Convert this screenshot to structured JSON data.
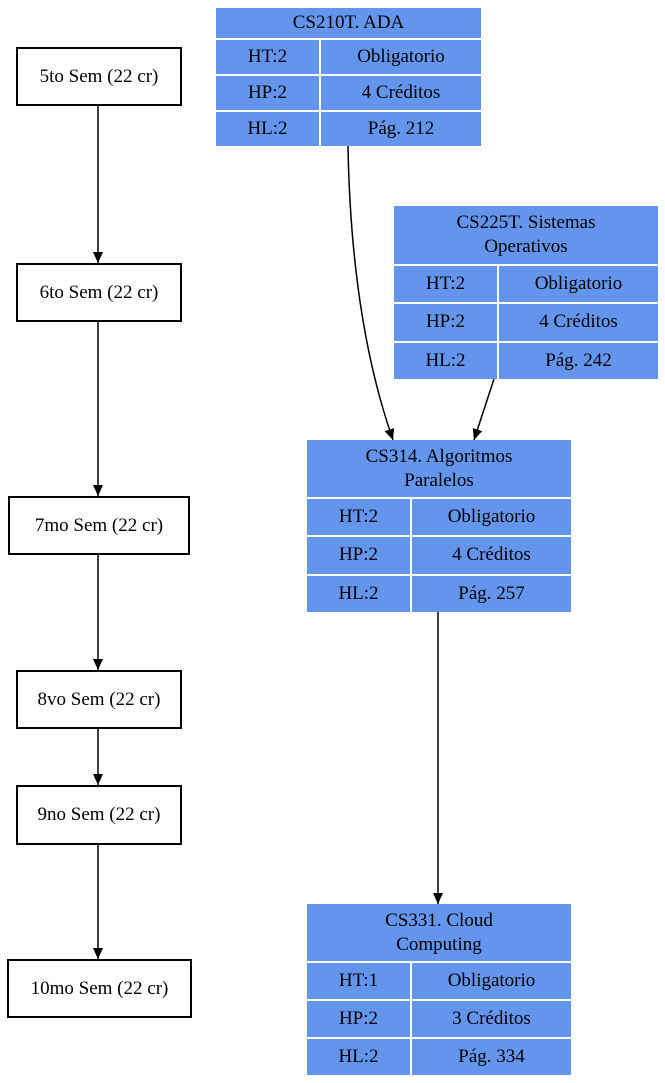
{
  "semesters": [
    {
      "label": "5to Sem (22 cr)"
    },
    {
      "label": "6to Sem (22 cr)"
    },
    {
      "label": "7mo Sem (22 cr)"
    },
    {
      "label": "8vo Sem (22 cr)"
    },
    {
      "label": "9no Sem (22 cr)"
    },
    {
      "label": "10mo Sem (22 cr)"
    }
  ],
  "courses": {
    "cs210t": {
      "title": "CS210T. ADA",
      "ht": "HT:2",
      "type": "Obligatorio",
      "hp": "HP:2",
      "credits": "4 Créditos",
      "hl": "HL:2",
      "page": "Pág. 212"
    },
    "cs225t": {
      "title": "CS225T. Sistemas Operativos",
      "ht": "HT:2",
      "type": "Obligatorio",
      "hp": "HP:2",
      "credits": "4 Créditos",
      "hl": "HL:2",
      "page": "Pág. 242"
    },
    "cs314": {
      "title": "CS314. Algoritmos Paralelos",
      "ht": "HT:2",
      "type": "Obligatorio",
      "hp": "HP:2",
      "credits": "4 Créditos",
      "hl": "HL:2",
      "page": "Pág. 257"
    },
    "cs331": {
      "title": "CS331. Cloud Computing",
      "ht": "HT:1",
      "type": "Obligatorio",
      "hp": "HP:2",
      "credits": "3 Créditos",
      "hl": "HL:2",
      "page": "Pág. 334"
    }
  },
  "colors": {
    "course_fill": "#6495ed",
    "semester_border": "#000000",
    "edge": "#000000"
  }
}
